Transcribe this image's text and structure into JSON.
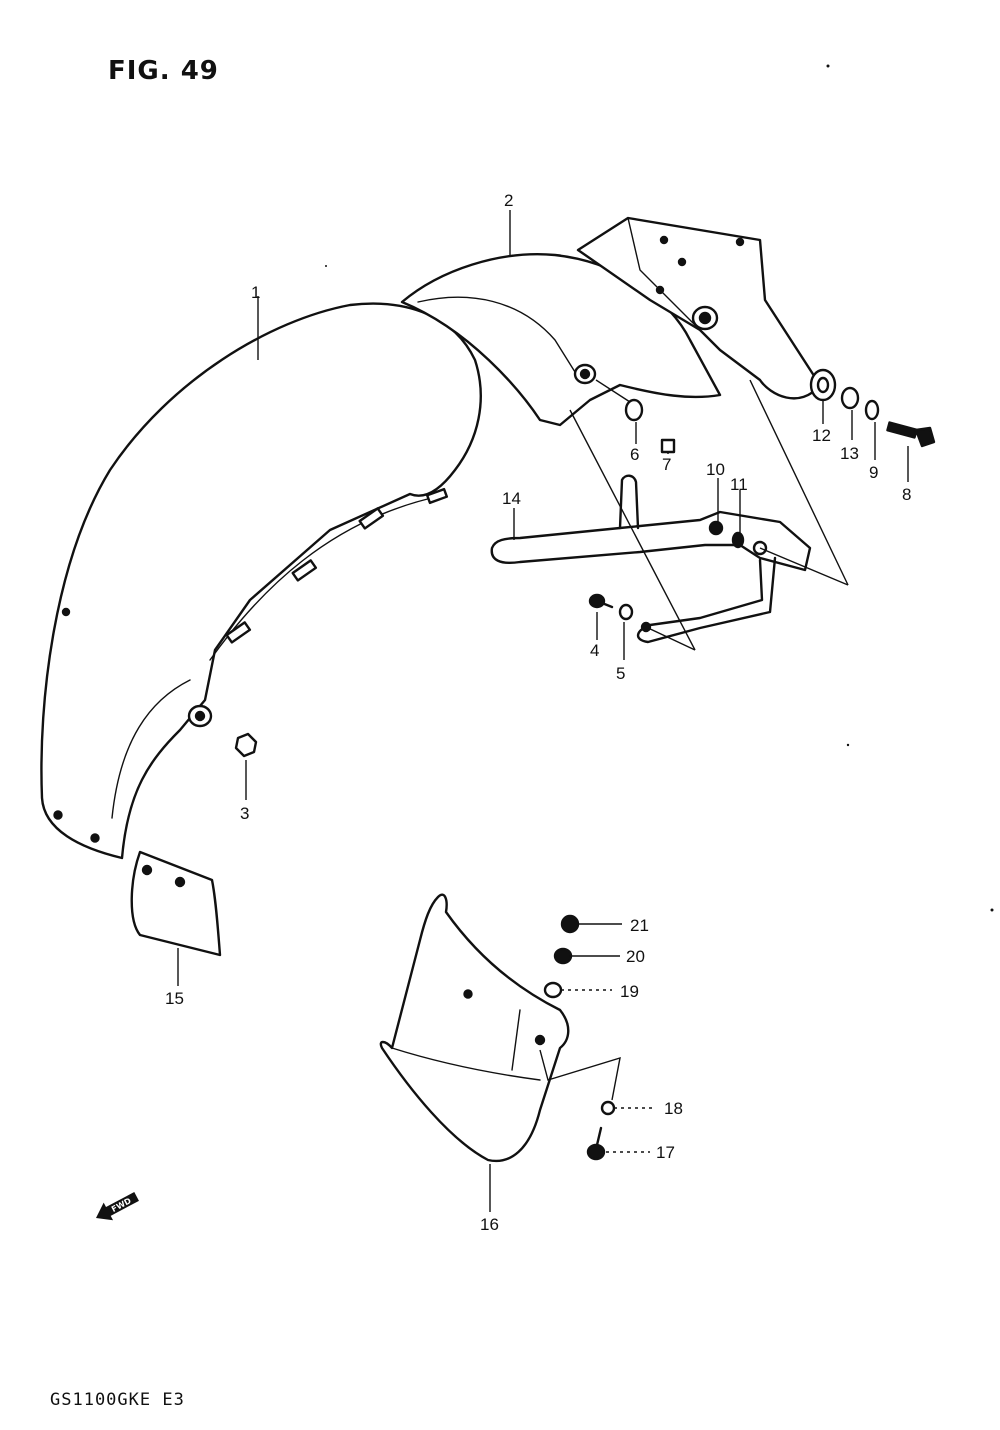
{
  "figure": {
    "title": "FIG. 49",
    "model_code": "GS1100GKE E3",
    "direction_marker": "FWD"
  },
  "callouts": [
    "1",
    "2",
    "3",
    "4",
    "5",
    "6",
    "7",
    "8",
    "9",
    "10",
    "11",
    "12",
    "13",
    "14",
    "15",
    "16",
    "17",
    "18",
    "19",
    "20",
    "21"
  ]
}
